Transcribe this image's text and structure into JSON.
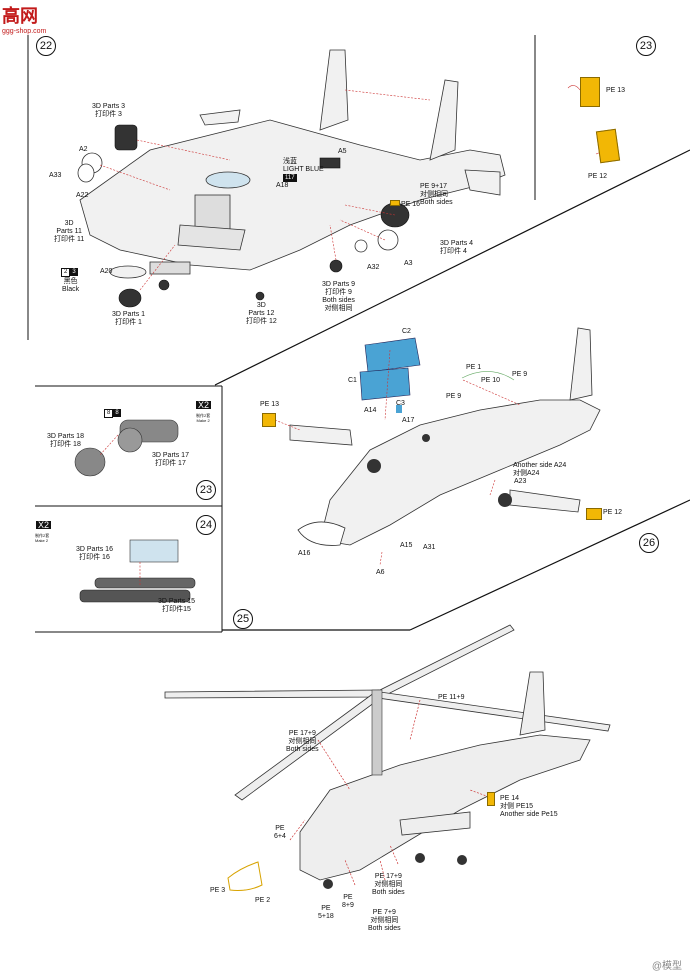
{
  "brand": {
    "logo": "高网",
    "url": "ggg-shop.com",
    "weibo": "@模型"
  },
  "steps": {
    "s22": "22",
    "s23a": "23",
    "s23b": "23",
    "s24": "24",
    "s25": "25",
    "s26": "26"
  },
  "s22": {
    "parts3": "3D Parts 3\n打印件 3",
    "a2": "A2",
    "a33": "A33",
    "a22": "A22",
    "parts11": "3D\nParts 11\n打印件 11",
    "black": "黑色\nBlack",
    "a20": "A20",
    "parts1": "3D Parts 1\n打印件 1",
    "parts12": "3D\nParts 12\n打印件 12",
    "a5": "A5",
    "lightblue": "浅蓝\nLIGHT BLUE",
    "chip117": "117",
    "a18": "A18",
    "pe9_17": "PE 9+17\n对侧相同\nBoth sides",
    "pe16": "PE 16",
    "parts4": "3D Parts 4\n打印件 4",
    "a32": "A32",
    "a3": "A3",
    "parts9": "3D Parts 9\n打印件 9\nBoth sides\n对侧相同",
    "chip2": "2",
    "chip3": "3"
  },
  "s23": {
    "pe13": "PE 13",
    "pe12": "PE 12"
  },
  "s23b": {
    "make": "X2",
    "make_sub": "制作2套\nMake 2",
    "parts18": "3D Parts 18\n打印件 18",
    "parts17": "3D Parts 17\n打印件 17",
    "chip8a": "8",
    "chip8b": "8"
  },
  "s24": {
    "make": "X2",
    "make_sub": "制作2套\nMake 2",
    "parts16": "3D Parts 16\n打印件 16",
    "parts15": "3D Parts 15\n打印件15"
  },
  "s26": {
    "c2": "C2",
    "c1": "C1",
    "c3": "C3",
    "a14": "A14",
    "a17": "A17",
    "pe13": "PE 13",
    "pe1": "PE 1",
    "pe10": "PE 10",
    "pe9a": "PE 9",
    "pe9b": "PE 9",
    "a24": "Another side A24\n对侧A24",
    "a23": "A23",
    "pe12": "PE 12",
    "a15": "A15",
    "a31": "A31",
    "a16": "A16",
    "a6": "A6"
  },
  "s25": {
    "pe11_9": "PE 11+9",
    "pe17_9": "PE 17+9\n对侧相同\nBoth sides",
    "pe6_4": "PE\n6+4",
    "pe3": "PE 3",
    "pe2": "PE 2",
    "pe5_18": "PE\n5+18",
    "pe8_9": "PE\n8+9",
    "pe7_9": "PE 7+9\n对侧相同\nBoth sides",
    "pe17_9b": "PE 17+9\n对侧相同\nBoth sides",
    "pe14": "PE 14\n对侧 PE15\nAnother side Pe15"
  }
}
